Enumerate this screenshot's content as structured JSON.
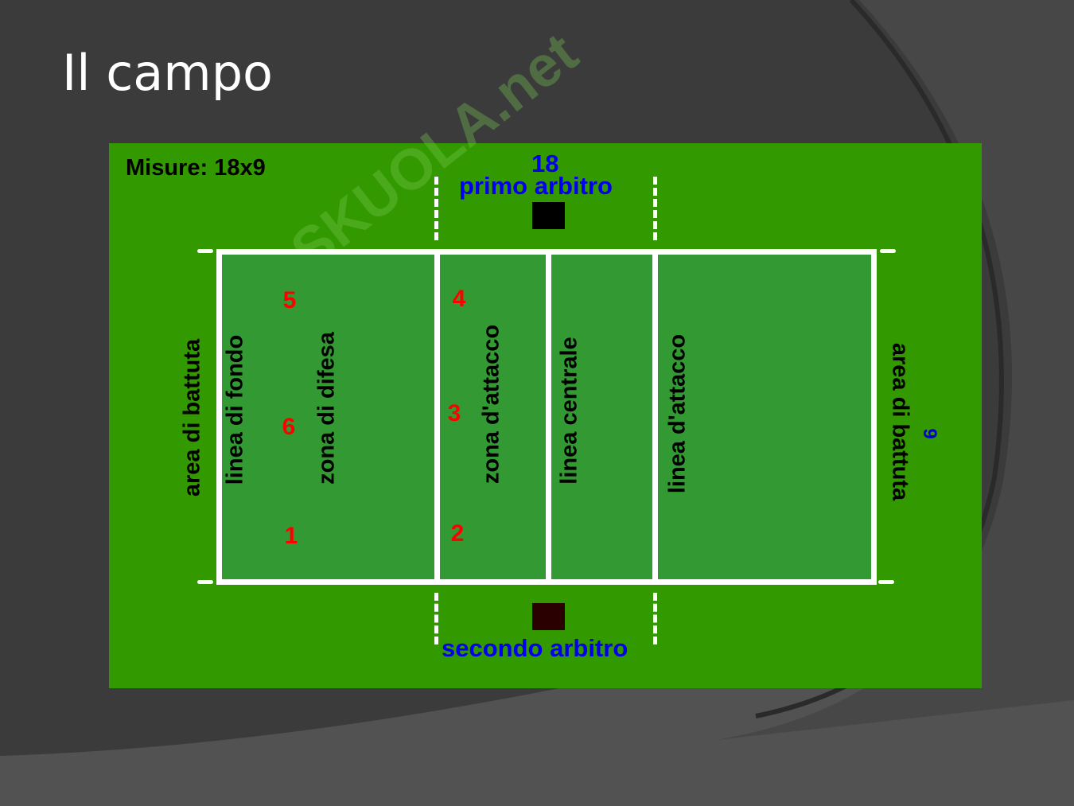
{
  "slide": {
    "title": "Il campo"
  },
  "watermark": {
    "logo_text": "Skuola.net"
  },
  "diagram": {
    "measures": "Misure: 18x9",
    "length_label": "18",
    "width_label": "9",
    "first_referee": "primo arbitro",
    "second_referee": "secondo arbitro",
    "labels": {
      "service_area_left": "area di battuta",
      "end_line": "linea di fondo",
      "defense_zone": "zona di difesa",
      "attack_zone": "zona d'attacco",
      "center_line": "linea centrale",
      "attack_line": "linea d'attacco",
      "service_area_right": "area di battuta"
    },
    "positions": [
      "5",
      "6",
      "1",
      "4",
      "3",
      "2"
    ],
    "colors": {
      "field": "#339900",
      "court": "#339933",
      "numbers": "#ff0000",
      "referee_text": "#0000ee"
    }
  }
}
